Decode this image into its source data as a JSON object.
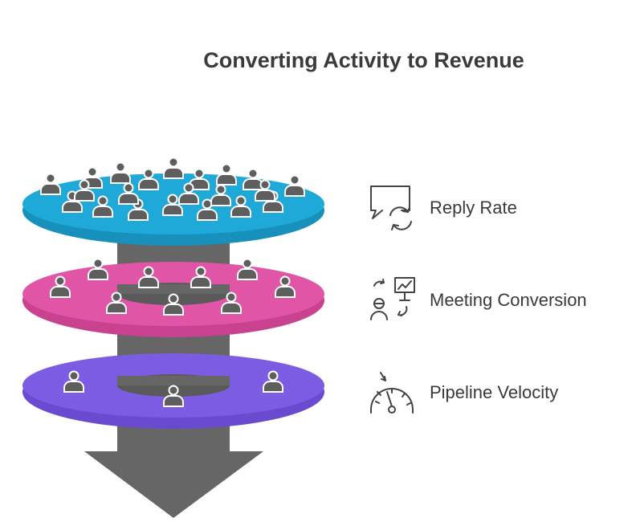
{
  "title": "Converting Activity to Revenue",
  "colors": {
    "stage1": "#1FA9D8",
    "stage2": "#E055A6",
    "stage3": "#7B5CE3",
    "core": "#666666",
    "person": "#5E5E5E",
    "text": "#3a3a3a"
  },
  "stages": [
    {
      "label": "Reply Rate",
      "icon": "chat-refresh-icon",
      "people": 21
    },
    {
      "label": "Meeting Conversion",
      "icon": "meeting-presentation-icon",
      "people": 9
    },
    {
      "label": "Pipeline Velocity",
      "icon": "speedometer-icon",
      "people": 3
    }
  ]
}
